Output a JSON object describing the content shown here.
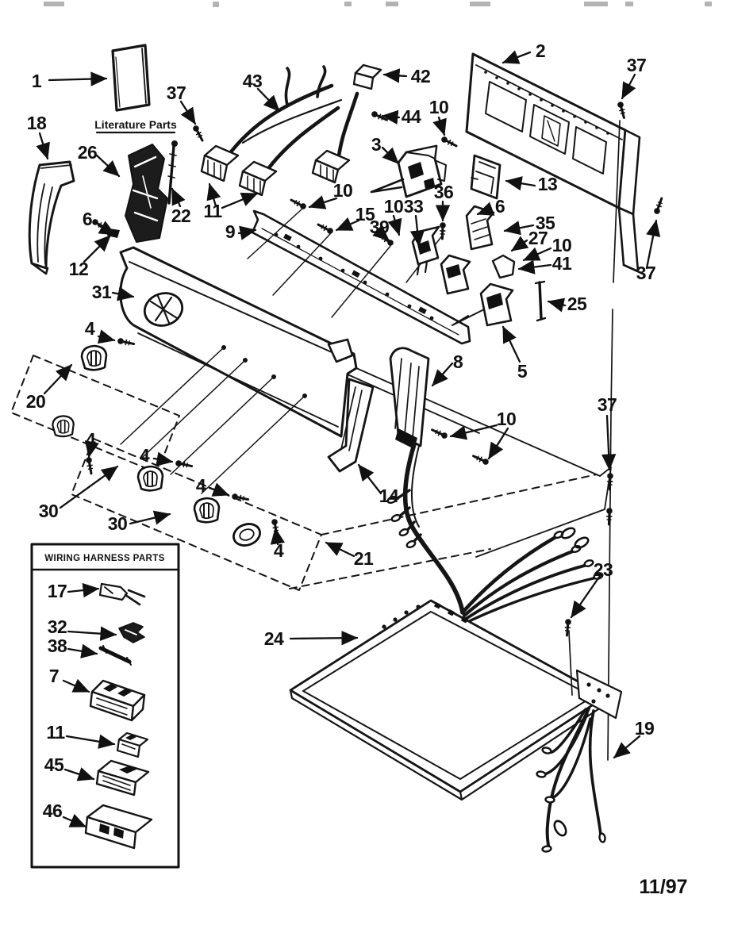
{
  "diagram": {
    "literature_label": "Literature Parts",
    "date_code": "11/97",
    "wiring_box": {
      "title": "WIRING HARNESS PARTS",
      "items": [
        {
          "label": "17"
        },
        {
          "label": "32"
        },
        {
          "label": "38"
        },
        {
          "label": "7"
        },
        {
          "label": "11"
        },
        {
          "label": "45"
        },
        {
          "label": "46"
        }
      ]
    },
    "callouts": {
      "c01": {
        "label": "1"
      },
      "c02": {
        "label": "18"
      },
      "c03": {
        "label": "26"
      },
      "c04": {
        "label": "37"
      },
      "c05": {
        "label": "22"
      },
      "c06": {
        "label": "43"
      },
      "c07": {
        "label": "42"
      },
      "c08": {
        "label": "44"
      },
      "c09": {
        "label": "2"
      },
      "c10": {
        "label": "37"
      },
      "c11": {
        "label": "10"
      },
      "c12": {
        "label": "3"
      },
      "c13": {
        "label": "36"
      },
      "c14": {
        "label": "13"
      },
      "c15": {
        "label": "6"
      },
      "c16": {
        "label": "9"
      },
      "c17": {
        "label": "10"
      },
      "c18": {
        "label": "15"
      },
      "c19": {
        "label": "39"
      },
      "c20": {
        "label": "10"
      },
      "c21": {
        "label": "33"
      },
      "c22": {
        "label": "35"
      },
      "c23": {
        "label": "27"
      },
      "c24": {
        "label": "10"
      },
      "c25": {
        "label": "41"
      },
      "c26": {
        "label": "25"
      },
      "c27": {
        "label": "5"
      },
      "c28": {
        "label": "8"
      },
      "c29": {
        "label": "12"
      },
      "c30": {
        "label": "6"
      },
      "c31": {
        "label": "31"
      },
      "c32": {
        "label": "20"
      },
      "c33": {
        "label": "4"
      },
      "c34": {
        "label": "4"
      },
      "c35": {
        "label": "4"
      },
      "c36": {
        "label": "4"
      },
      "c37": {
        "label": "4"
      },
      "c38": {
        "label": "30"
      },
      "c39": {
        "label": "30"
      },
      "c40": {
        "label": "21"
      },
      "c41": {
        "label": "14"
      },
      "c42": {
        "label": "10"
      },
      "c43": {
        "label": "37"
      },
      "c44": {
        "label": "37"
      },
      "c45": {
        "label": "23"
      },
      "c46": {
        "label": "24"
      },
      "c47": {
        "label": "19"
      },
      "c48": {
        "label": "11"
      }
    }
  }
}
